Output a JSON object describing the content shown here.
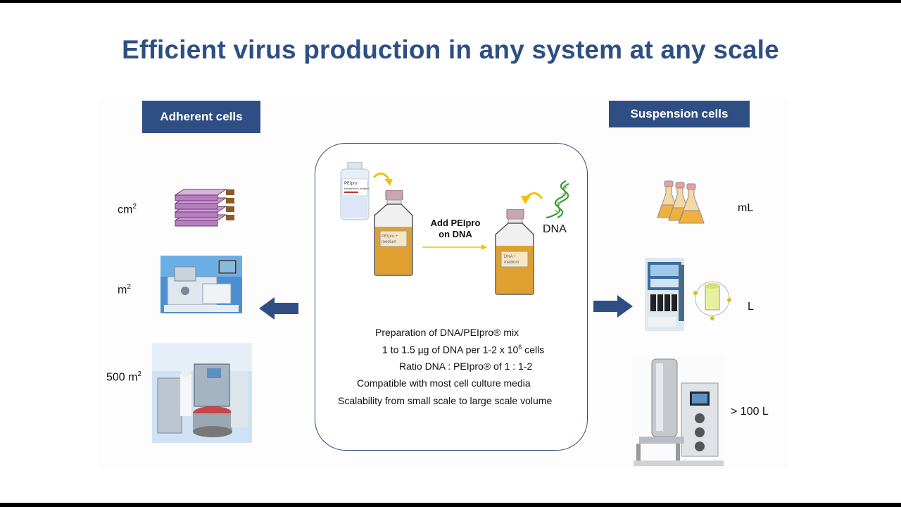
{
  "title": "Efficient virus production in any system at any scale",
  "left": {
    "header": "Adherent cells",
    "scales": [
      {
        "base": "cm",
        "sup": "2"
      },
      {
        "base": "m",
        "sup": "2"
      },
      {
        "base": "500 m",
        "sup": "2"
      }
    ]
  },
  "right": {
    "header": "Suspension cells",
    "scales": [
      "mL",
      "L",
      "> 100 L"
    ]
  },
  "center": {
    "step_label_line1": "Add PEIpro",
    "step_label_line2": "on DNA",
    "dna_label": "DNA",
    "bottle1_label_line1": "PEIpro +",
    "bottle1_label_line2": "medium",
    "bottle2_label_line1": "DNA +",
    "bottle2_label_line2": "medium",
    "reagent_label_line1": "PEIpro",
    "reagent_label_line2": "transfection reagent",
    "bullets": {
      "line1": "Preparation of DNA/PEIpro® mix",
      "line2_pre": "1 to 1.5 µg of DNA per 1-2 x 10",
      "line2_sup": "6",
      "line2_post": " cells",
      "line3": "Ratio DNA : PEIpro® of 1 : 1-2",
      "line4": "Compatible with most cell culture media",
      "line5": "Scalability from small scale to large scale volume"
    }
  },
  "colors": {
    "title": "#2e4f83",
    "header_bg": "#2f4f84",
    "arrow": "#2f4f84",
    "medium": "#e0a030",
    "yellow_arrow": "#f2c200"
  }
}
